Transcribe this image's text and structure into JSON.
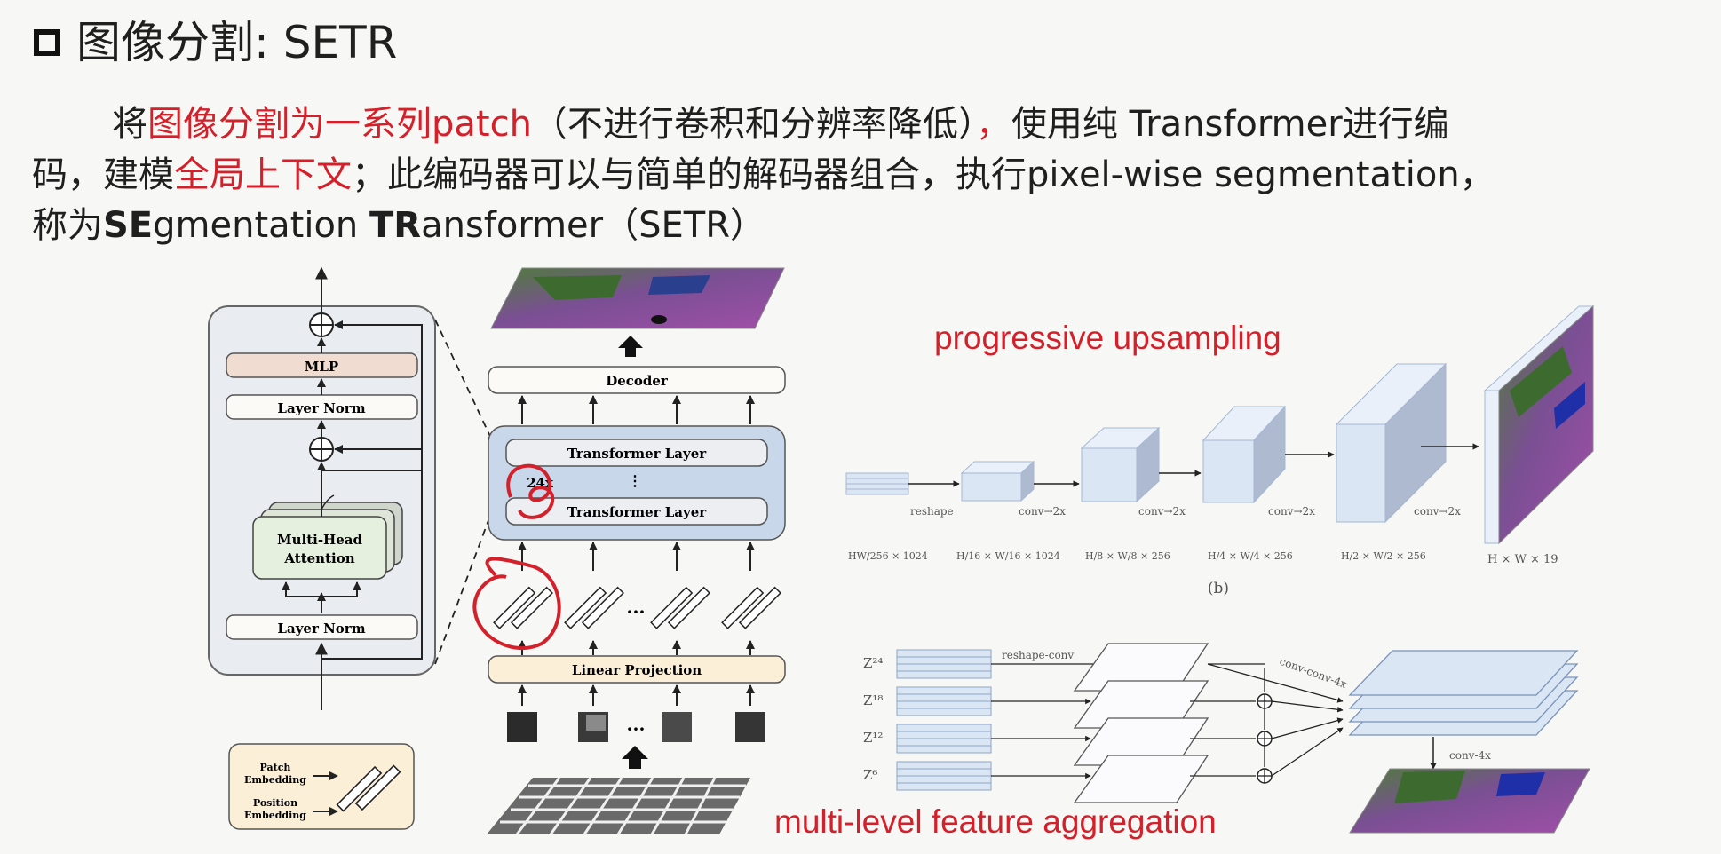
{
  "slide": {
    "title": "图像分割: SETR",
    "para": {
      "l1_a": "将",
      "l1_red": "图像分割为一系列patch",
      "l1_b": "（不进行卷积和分辨率降低）",
      "l1_red2": "，",
      "l1_c": "使用纯 Transformer进行编",
      "l2_a": "码，建模",
      "l2_red": "全局上下文",
      "l2_b": "；此编码器可以与简单的解码器组合，执行pixel-wise segmentation，",
      "l3_a": "称为",
      "l3_b1": "SE",
      "l3_c1": "gmentation ",
      "l3_b2": "TR",
      "l3_c2": "ansformer（SETR）"
    }
  },
  "figure_a": {
    "mlp": "MLP",
    "layer_norm_top": "Layer Norm",
    "mha_line1": "Multi-Head",
    "mha_line2": "Attention",
    "layer_norm_bottom": "Layer Norm",
    "decoder": "Decoder",
    "transformer_layer_top": "Transformer Layer",
    "repeat": "24x",
    "transformer_layer_bottom": "Transformer Layer",
    "linear_projection": "Linear Projection",
    "legend_patch_1": "Patch",
    "legend_patch_2": "Embedding",
    "legend_pos_1": "Position",
    "legend_pos_2": "Embedding",
    "ellipsis": "···"
  },
  "figure_b": {
    "annotation": "progressive upsampling",
    "reshape": "reshape",
    "conv": "conv→2x",
    "dim_0": "HW/256 × 1024",
    "dim_1": "H/16 × W/16 × 1024",
    "dim_2": "H/8 × W/8 × 256",
    "dim_3": "H/4 × W/4 × 256",
    "dim_4": "H/2 × W/2 × 256",
    "dim_5": "H × W × 19",
    "caption": "(b)"
  },
  "figure_c": {
    "annotation": "multi-level feature aggregation",
    "z24": "Z²⁴",
    "z18": "Z¹⁸",
    "z12": "Z¹²",
    "z6": "Z⁶",
    "reshape_conv": "reshape-conv",
    "conv_conv_4x": "conv-conv-4x",
    "conv_4x": "conv-4x"
  },
  "colors": {
    "red": "#d3202a",
    "block_blue": "#c9d7ea",
    "mlp_fill": "#f0dcd0",
    "legend_fill": "#fbefd8",
    "mha_fill": "#e6f0df"
  }
}
